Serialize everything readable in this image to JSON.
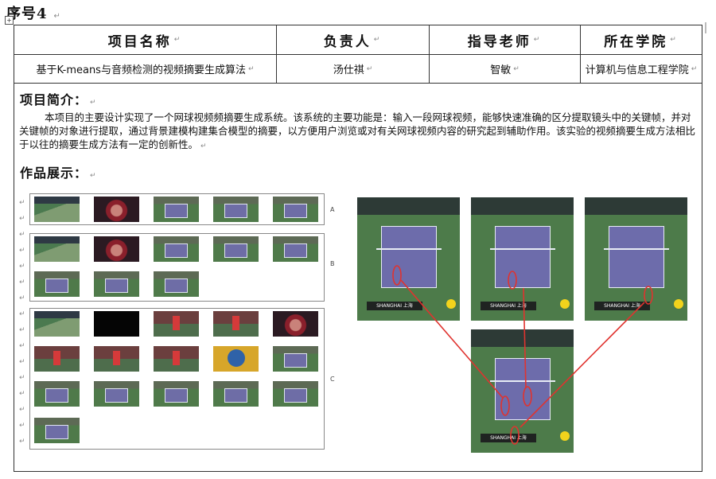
{
  "serial_label": "序号4",
  "paragraph_mark": "↵",
  "anchor_icon": "move-anchor-icon",
  "table": {
    "headers": [
      "项目名称",
      "负责人",
      "指导老师",
      "所在学院"
    ],
    "values": [
      "基于K-means与音频检测的视频摘要生成算法",
      "汤仕祺",
      "智敏",
      "计算机与信息工程学院"
    ]
  },
  "intro": {
    "title": "项目简介：",
    "body": "本项目的主要设计实现了一个网球视频频摘要生成系统。该系统的主要功能是：输入一段网球视频，能够快速准确的区分提取镜头中的关键帧，并对关键帧的对象进行提取，通过背景建模构建集合模型的摘要，以方便用户浏览或对有关网球视频内容的研究起到辅助作用。该实验的视频摘要生成方法相比于以往的摘要生成方法有一定的创新性。"
  },
  "showcase": {
    "title": "作品展示：",
    "panel_labels": [
      "A",
      "B",
      "C"
    ],
    "frame_caption": "SHANGHAI 上海"
  },
  "colors": {
    "court": "#6d6cab",
    "grass": "#4d7b4a",
    "annotation": "#e0332f",
    "border": "#333333"
  }
}
